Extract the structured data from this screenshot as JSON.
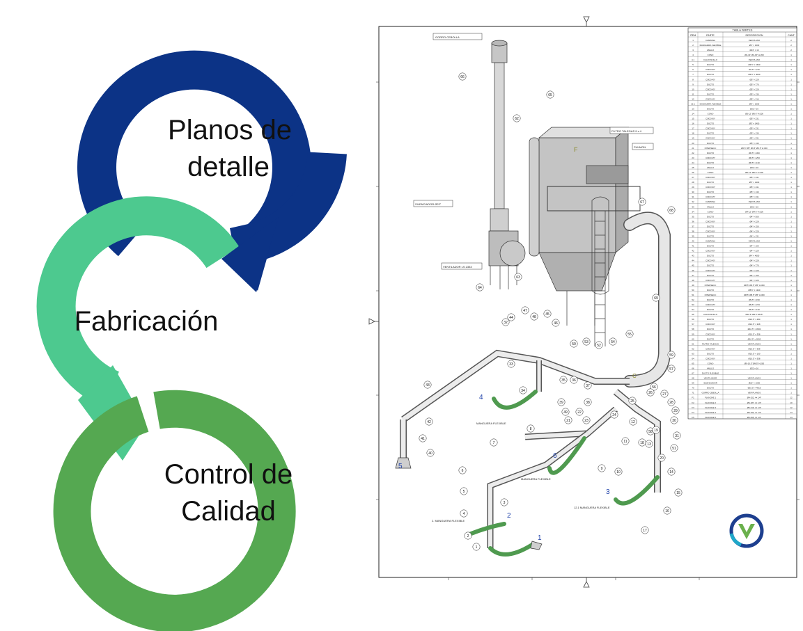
{
  "cycle": {
    "steps": [
      {
        "line1": "Planos de",
        "line2": "detalle"
      },
      {
        "line1": "Fabricación"
      },
      {
        "line1": "Control de",
        "line2": "Calidad"
      }
    ],
    "colors": {
      "step1": "#0c3386",
      "step2": "#4dc98f",
      "step3": "#55a851"
    }
  },
  "drawing": {
    "table": {
      "title": "TABLA PARTES",
      "headers": [
        "ITEM",
        "PARTE",
        "DESCRIPCION",
        "CANT"
      ],
      "rows": [
        [
          "1",
          "CAMPANA",
          "VER PLANO",
          "2"
        ],
        [
          "2",
          "MANGUERA FLEXIBLE",
          "Ø4\" × 1000",
          "2"
        ],
        [
          "3",
          "ANILLO",
          "Ø24\" × 16",
          "2"
        ],
        [
          "4",
          "CONO",
          "Ø4-14\" Ø4-15\" H:200",
          "1"
        ],
        [
          "4.1",
          "CALZONCILLO",
          "VER PLANO",
          "1"
        ],
        [
          "5",
          "DUCTO",
          "Ø4.5\" × 1500",
          "1"
        ],
        [
          "6",
          "CODO 90°",
          "Ø4.5\" × 216",
          "1"
        ],
        [
          "7",
          "DUCTO",
          "Ø4.5\" × 4000",
          "1"
        ],
        [
          "8",
          "CODO 45°",
          "Ø5\" × 229",
          "1"
        ],
        [
          "9",
          "DUCTO",
          "Ø5\" × 770",
          "1"
        ],
        [
          "10",
          "CODO 45°",
          "Ø5\" × 229",
          "1"
        ],
        [
          "11",
          "DUCTO",
          "Ø5\" × 130",
          "1"
        ],
        [
          "12",
          "CODO 45°",
          "Ø5\" × 216",
          "1"
        ],
        [
          "12.1",
          "MANGUERA FLEXIBLE",
          "Ø5\" × 1000",
          "1"
        ],
        [
          "13",
          "DUCTO",
          "Ø22 × 16",
          "1"
        ],
        [
          "14",
          "CONO",
          "Ø5-12\" Ø6-5\" H:200",
          "1"
        ],
        [
          "15",
          "CODO 90°",
          "Ø5\" × 231",
          "1"
        ],
        [
          "16",
          "DUCTO",
          "Ø5\" × 1400",
          "1"
        ],
        [
          "17",
          "CODO 90°",
          "Ø5\" × 231",
          "1"
        ],
        [
          "18",
          "DUCTO",
          "Ø5\" × 130",
          "1"
        ],
        [
          "19",
          "CODO 90°",
          "Ø5\" × 231",
          "1"
        ],
        [
          "20",
          "DUCTO",
          "Ø5\" × 130",
          "1"
        ],
        [
          "21",
          "INTERSECC",
          "Ø6.5\" Ø5\" Ø6.5\" Ø6.5\" H:300",
          "1"
        ],
        [
          "22",
          "DUCTO",
          "Ø6.5\" × 300",
          "1"
        ],
        [
          "23",
          "CODO 45°",
          "Ø6.5\" × 253",
          "1"
        ],
        [
          "24",
          "DUCTO",
          "Ø6.5\" × 130",
          "1"
        ],
        [
          "25",
          "ANILLO",
          "Ø22 × 16",
          "1"
        ],
        [
          "26",
          "CONO",
          "Ø6-12\" Ø6-5\" H:200",
          "1"
        ],
        [
          "27",
          "CODO 90°",
          "Ø5\" × 231",
          "1"
        ],
        [
          "28",
          "DUCTO",
          "Ø5\" × 1400",
          "1"
        ],
        [
          "29",
          "CODO 90°",
          "Ø5\" × 231",
          "1"
        ],
        [
          "30",
          "DUCTO",
          "Ø5\" × 130",
          "1"
        ],
        [
          "31",
          "CODO 45°",
          "Ø5\" × 231",
          "1"
        ],
        [
          "32",
          "CAMPANA",
          "VER PLANO",
          "1"
        ],
        [
          "33",
          "ANILLO",
          "Ø22 × 16",
          "1"
        ],
        [
          "34",
          "CONO",
          "Ø4-12\" Ø4-5\" H:200",
          "1"
        ],
        [
          "35",
          "DUCTO",
          "Ø4\" × 500",
          "1"
        ],
        [
          "36",
          "CODO 90°",
          "Ø4\" × 229",
          "1"
        ],
        [
          "37",
          "DUCTO",
          "Ø4\" × 150",
          "1"
        ],
        [
          "38",
          "CODO 90°",
          "Ø4\" × 229",
          "1"
        ],
        [
          "39",
          "DUCTO",
          "Ø4\" × 131",
          "1"
        ],
        [
          "40",
          "CAMPANA",
          "VER PLANO",
          "1"
        ],
        [
          "41",
          "DUCTO",
          "Ø4\" × 100",
          "1"
        ],
        [
          "42",
          "CODO 90°",
          "Ø4\" × 229",
          "1"
        ],
        [
          "43",
          "DUCTO",
          "Ø4\" × 4000",
          "1"
        ],
        [
          "44",
          "CODO 45°",
          "Ø4\" × 229",
          "1"
        ],
        [
          "45",
          "DUCTO",
          "Ø4\" × 770",
          "1"
        ],
        [
          "46",
          "CODO 45°",
          "Ø4\" × 229",
          "1"
        ],
        [
          "47",
          "DUCTO",
          "Ø4\" × 150",
          "1"
        ],
        [
          "48",
          "CODO 45°",
          "Ø4\" × 229",
          "1"
        ],
        [
          "49",
          "INTERSECC",
          "Ø8.5\" Ø6.5\" Ø5\" H:300",
          "1"
        ],
        [
          "50",
          "DUCTO",
          "Ø8.5\" × 1340",
          "1"
        ],
        [
          "51",
          "INTERSECC",
          "Ø8.5\" Ø8.5\" Ø5\" H:300",
          "1"
        ],
        [
          "52",
          "DUCTO",
          "Ø9.5\" × 150",
          "1"
        ],
        [
          "53",
          "CODO 45°",
          "Ø9.5\" × 373",
          "1"
        ],
        [
          "54",
          "DUCTO",
          "Ø9.5\" × 130",
          "1"
        ],
        [
          "55",
          "CALZONCILLO",
          "Ø10.5\" Ø9.5\" Ø9.5\"",
          "1"
        ],
        [
          "56",
          "DUCTO",
          "Ø10.5\" × 480",
          "1"
        ],
        [
          "57",
          "CODO 90°",
          "Ø10.5\" × 338",
          "1"
        ],
        [
          "58",
          "DUCTO",
          "Ø10.5\" × 4500",
          "1"
        ],
        [
          "59",
          "CODO 90°",
          "Ø10.5\" × 338",
          "1"
        ],
        [
          "60",
          "DUCTO",
          "Ø10.5\" × 2000",
          "1"
        ],
        [
          "61",
          "FILTRO TALEGAS",
          "VER PLANOS",
          "1"
        ],
        [
          "62",
          "CODO 90°",
          "Ø10.5\" × 338",
          "1"
        ],
        [
          "63",
          "DUCTO",
          "Ø10.5\" × 100",
          "1"
        ],
        [
          "64",
          "CODO 90°",
          "Ø10.5\" × 338",
          "1"
        ],
        [
          "65",
          "CONO",
          "Ø9-10.5\" Ø9-5\" H:200",
          "1"
        ],
        [
          "66",
          "ANILLO",
          "Ø22 × 16",
          "1"
        ],
        [
          "67",
          "DUCTO FLEXIBLE",
          "",
          "1"
        ],
        [
          "68",
          "VENTILADOR",
          "VER PLANOS",
          "1"
        ],
        [
          "69",
          "SILENCIADOR",
          "Ø22\" × 1000",
          "1"
        ],
        [
          "70",
          "DUCTO",
          "Ø10.5\" × 4815",
          "1"
        ],
        [
          "71",
          "GORRO CEBOLLA",
          "VER PLANOS",
          "1"
        ],
        [
          "F1",
          "FLANCHE 1",
          "Ø4-152, 4× 1/4\"",
          "12"
        ],
        [
          "F2",
          "FLANCHE 2",
          "Ø4-187, 4× 1/4\"",
          "10"
        ],
        [
          "F3",
          "FLANCHE 3",
          "Ø6-216, 4× 1/4\"",
          "12"
        ],
        [
          "F4",
          "FLANCHE 4",
          "Ø4-193, 4× 1/4\"",
          "14"
        ],
        [
          "F5",
          "FLANCHE 5",
          "Ø6-255, 4× 1/4\"",
          "14"
        ]
      ]
    },
    "labels": {
      "gorro": "GORRO CEBOLLA",
      "filtro": "FILTRO TALEGAS 9 x 4",
      "pulmon": "PULMON",
      "silenciador": "SILENCIADOR Ø22\"",
      "ventilador": "VENTILADOR LS 2333",
      "mang2": "2. MANGUERA FLEXIBLE",
      "mang4": "MANGUERA FLEXIBLE",
      "mang6": "MANGUERA FLEXIBLE",
      "mang12": "12.1 MANGUERA FLEXIBLE",
      "letterF": "F",
      "letterC": "C"
    },
    "hood_numbers": [
      "1",
      "2",
      "3",
      "4",
      "5",
      "6"
    ],
    "callouts": [
      "66",
      "65",
      "62",
      "64",
      "63",
      "67",
      "68",
      "69",
      "59",
      "56",
      "57",
      "43",
      "47",
      "48",
      "45",
      "44",
      "46",
      "50",
      "53",
      "52",
      "54",
      "55",
      "42",
      "41",
      "40",
      "32",
      "33",
      "34",
      "35",
      "36",
      "37",
      "38",
      "39",
      "49",
      "21",
      "22",
      "23",
      "24",
      "25",
      "26",
      "27",
      "28",
      "29",
      "30",
      "31",
      "51",
      "58",
      "7",
      "6",
      "5",
      "4",
      "3",
      "2",
      "1",
      "8",
      "9",
      "10",
      "11",
      "12",
      "13",
      "14",
      "15",
      "16",
      "17",
      "18",
      "19",
      "20"
    ],
    "logo_colors": {
      "ring": "#1d3f8f",
      "check": "#6ab04c",
      "accent": "#1fa8c9"
    }
  }
}
